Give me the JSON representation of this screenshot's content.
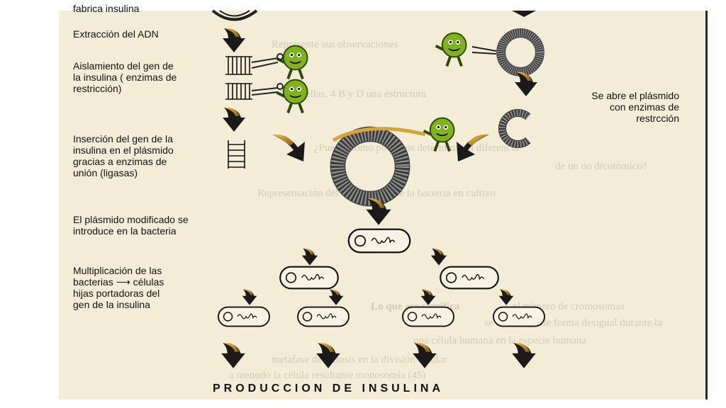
{
  "labels": {
    "top_cut": "fabrica insulina",
    "step1": "Extracción  del ADN",
    "step2": [
      "Aislamiento del gen de",
      "la insulina ( enzimas de",
      "restricción)"
    ],
    "step3": [
      "Inserción del gen de la",
      "insulina en el plásmido",
      "gracias a enzimas de",
      "unión (ligasas)"
    ],
    "step4": [
      "El plásmido modificado se",
      "introduce en la bacteria"
    ],
    "step5": [
      "Multiplicación de las",
      "bacterias",
      "células",
      "hijas portadoras del",
      "gen de la insulina"
    ],
    "right_step": [
      "Se abre el plásmido",
      "con enzimas de",
      "restrcción"
    ]
  },
  "title": "PRODUCCION DE INSULINA",
  "background_text": [
    "Represente sus observaciones",
    "en ellas, 4 B y D una estructura",
    "¿Puede Cómo podemos determinar la diferencia",
    "de un no dicotómico?",
    "Representación del crecimiento de la bacteria en cultivo",
    "Lo que eso significa",
    "el número de cromosomas",
    "se distribuye de forma desigual durante la",
    "una célula humana en la especie humana",
    "metafase de mitosis en la división celular",
    "a menudo la célula resultante monosomía (45)"
  ],
  "colors": {
    "paper": "#f3edd8",
    "arrow_dark": "#1a1a1a",
    "arrow_gold": "#c98a1b",
    "enzyme": "#7fb21c",
    "plasmid": "#4a4a4a"
  }
}
